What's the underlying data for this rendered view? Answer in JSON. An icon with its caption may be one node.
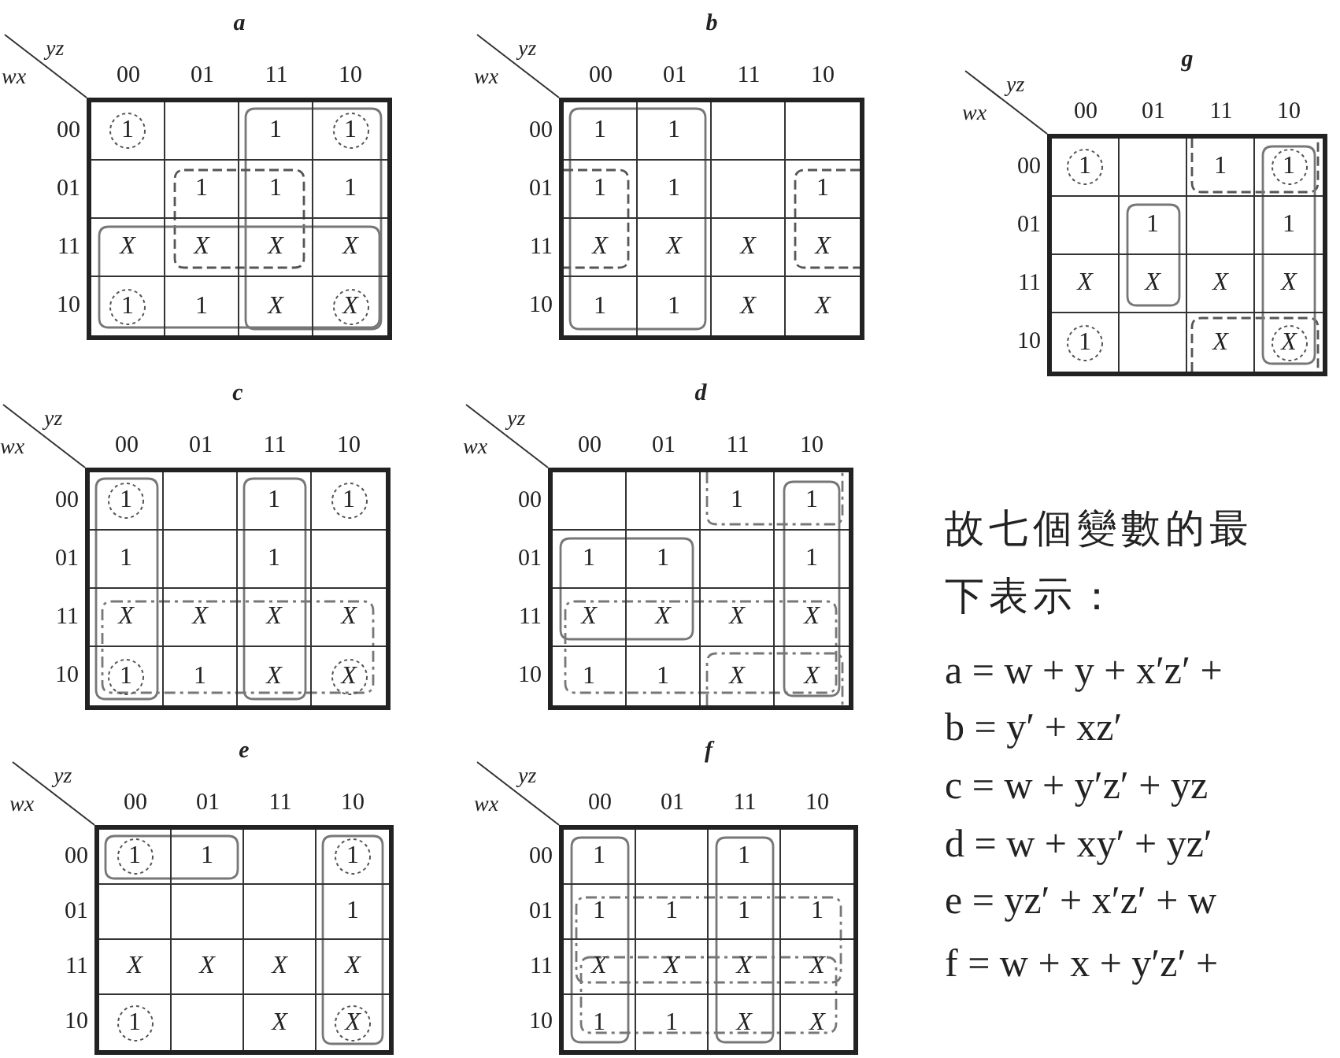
{
  "diagram": {
    "nodes": [
      {
        "text": [
          "a",
          "yz",
          "wx",
          "00",
          "01",
          "11",
          "10",
          "00",
          "01",
          "11",
          "10"
        ]
      },
      {
        "text": [
          "1"
        ],
        "in": 0
      },
      {
        "text": [],
        "shape": "box",
        "in": 0
      },
      {
        "text": [
          "1"
        ],
        "in": 0
      },
      {
        "text": [
          "1"
        ],
        "in": 0
      },
      {
        "text": [],
        "shape": "box",
        "in": 0
      },
      {
        "text": [
          "1"
        ],
        "in": 0
      },
      {
        "text": [
          "1"
        ],
        "in": 0
      },
      {
        "text": [
          "1"
        ],
        "in": 0
      },
      {
        "text": [
          "X"
        ],
        "in": 0
      },
      {
        "text": [
          "X"
        ],
        "in": 0
      },
      {
        "text": [
          "X"
        ],
        "in": 0
      },
      {
        "text": [
          "X"
        ],
        "in": 0
      },
      {
        "text": [
          "1"
        ],
        "in": 0
      },
      {
        "text": [
          "1"
        ],
        "in": 0
      },
      {
        "text": [
          "X"
        ],
        "in": 0
      },
      {
        "text": [
          "X"
        ],
        "in": 0
      },
      {
        "text": [
          "b",
          "yz",
          "wx",
          "00",
          "01",
          "11",
          "10",
          "00",
          "01",
          "11",
          "10"
        ]
      },
      {
        "text": [
          "1"
        ],
        "in": 17
      },
      {
        "text": [
          "1"
        ],
        "in": 17
      },
      {
        "text": [],
        "shape": "box",
        "in": 17
      },
      {
        "text": [],
        "shape": "box",
        "in": 17
      },
      {
        "text": [
          "1"
        ],
        "in": 17
      },
      {
        "text": [
          "1"
        ],
        "in": 17
      },
      {
        "text": [],
        "shape": "box",
        "in": 17
      },
      {
        "text": [
          "1"
        ],
        "in": 17
      },
      {
        "text": [
          "X"
        ],
        "in": 17
      },
      {
        "text": [
          "X"
        ],
        "in": 17
      },
      {
        "text": [
          "X"
        ],
        "in": 17
      },
      {
        "text": [
          "X"
        ],
        "in": 17
      },
      {
        "text": [
          "1"
        ],
        "in": 17
      },
      {
        "text": [
          "1"
        ],
        "in": 17
      },
      {
        "text": [
          "X"
        ],
        "in": 17
      },
      {
        "text": [
          "X"
        ],
        "in": 17
      },
      {
        "text": [
          "g",
          "yz",
          "wx",
          "00",
          "01",
          "11",
          "10",
          "00",
          "01",
          "11",
          "10"
        ]
      },
      {
        "text": [
          "1"
        ],
        "in": 34
      },
      {
        "text": [],
        "shape": "box",
        "in": 34
      },
      {
        "text": [
          "1"
        ],
        "in": 34
      },
      {
        "text": [
          "1"
        ],
        "in": 34
      },
      {
        "text": [],
        "shape": "box",
        "in": 34
      },
      {
        "text": [
          "1"
        ],
        "in": 34
      },
      {
        "text": [],
        "shape": "box",
        "in": 34
      },
      {
        "text": [
          "1"
        ],
        "in": 34
      },
      {
        "text": [
          "X"
        ],
        "in": 34
      },
      {
        "text": [
          "X"
        ],
        "in": 34
      },
      {
        "text": [
          "X"
        ],
        "in": 34
      },
      {
        "text": [
          "X"
        ],
        "in": 34
      },
      {
        "text": [
          "1"
        ],
        "in": 34
      },
      {
        "text": [],
        "shape": "box",
        "in": 34
      },
      {
        "text": [
          "X"
        ],
        "in": 34
      },
      {
        "text": [
          "X"
        ],
        "in": 34
      },
      {
        "text": [
          "c",
          "yz",
          "wx",
          "00",
          "01",
          "11",
          "10",
          "00",
          "01",
          "11",
          "10"
        ]
      },
      {
        "text": [
          "1"
        ],
        "in": 51
      },
      {
        "text": [],
        "shape": "box",
        "in": 51
      },
      {
        "text": [
          "1"
        ],
        "in": 51
      },
      {
        "text": [
          "1"
        ],
        "in": 51
      },
      {
        "text": [
          "1"
        ],
        "in": 51
      },
      {
        "text": [],
        "shape": "box",
        "in": 51
      },
      {
        "text": [
          "1"
        ],
        "in": 51
      },
      {
        "text": [],
        "shape": "box",
        "in": 51
      },
      {
        "text": [
          "X"
        ],
        "in": 51
      },
      {
        "text": [
          "X"
        ],
        "in": 51
      },
      {
        "text": [
          "X"
        ],
        "in": 51
      },
      {
        "text": [
          "X"
        ],
        "in": 51
      },
      {
        "text": [
          "1"
        ],
        "in": 51
      },
      {
        "text": [
          "1"
        ],
        "in": 51
      },
      {
        "text": [
          "X"
        ],
        "in": 51
      },
      {
        "text": [
          "X"
        ],
        "in": 51
      },
      {
        "text": [
          "d",
          "yz",
          "wx",
          "00",
          "01",
          "11",
          "10",
          "00",
          "01",
          "11",
          "10"
        ]
      },
      {
        "text": [],
        "shape": "box",
        "in": 68
      },
      {
        "text": [],
        "shape": "box",
        "in": 68
      },
      {
        "text": [
          "1"
        ],
        "in": 68
      },
      {
        "text": [
          "1"
        ],
        "in": 68
      },
      {
        "text": [
          "1"
        ],
        "in": 68
      },
      {
        "text": [
          "1"
        ],
        "in": 68
      },
      {
        "text": [],
        "shape": "box",
        "in": 68
      },
      {
        "text": [
          "1"
        ],
        "in": 68
      },
      {
        "text": [
          "X"
        ],
        "in": 68
      },
      {
        "text": [
          "X"
        ],
        "in": 68
      },
      {
        "text": [
          "X"
        ],
        "in": 68
      },
      {
        "text": [
          "X"
        ],
        "in": 68
      },
      {
        "text": [
          "1"
        ],
        "in": 68
      },
      {
        "text": [
          "1"
        ],
        "in": 68
      },
      {
        "text": [
          "X"
        ],
        "in": 68
      },
      {
        "text": [
          "X"
        ],
        "in": 68
      },
      {
        "text": [
          "e",
          "yz",
          "wx",
          "00",
          "01",
          "11",
          "10",
          "00",
          "01",
          "11",
          "10"
        ]
      },
      {
        "text": [
          "1"
        ],
        "in": 85
      },
      {
        "text": [
          "1"
        ],
        "in": 85
      },
      {
        "text": [],
        "shape": "box",
        "in": 85
      },
      {
        "text": [
          "1"
        ],
        "in": 85
      },
      {
        "text": [],
        "shape": "box",
        "in": 85
      },
      {
        "text": [],
        "shape": "box",
        "in": 85
      },
      {
        "text": [],
        "shape": "box",
        "in": 85
      },
      {
        "text": [
          "1"
        ],
        "in": 85
      },
      {
        "text": [
          "X"
        ],
        "in": 85
      },
      {
        "text": [
          "X"
        ],
        "in": 85
      },
      {
        "text": [
          "X"
        ],
        "in": 85
      },
      {
        "text": [
          "X"
        ],
        "in": 85
      },
      {
        "text": [
          "1"
        ],
        "in": 85
      },
      {
        "text": [],
        "shape": "box",
        "in": 85
      },
      {
        "text": [
          "X"
        ],
        "in": 85
      },
      {
        "text": [
          "X"
        ],
        "in": 85
      },
      {
        "text": [
          "f",
          "yz",
          "wx",
          "00",
          "01",
          "11",
          "10",
          "00",
          "01",
          "11",
          "10"
        ]
      },
      {
        "text": [
          "1"
        ],
        "in": 102
      },
      {
        "text": [],
        "shape": "box",
        "in": 102
      },
      {
        "text": [
          "1"
        ],
        "in": 102
      },
      {
        "text": [],
        "shape": "box",
        "in": 102
      },
      {
        "text": [
          "1"
        ],
        "in": 102
      },
      {
        "text": [
          "1"
        ],
        "in": 102
      },
      {
        "text": [
          "1"
        ],
        "in": 102
      },
      {
        "text": [
          "1"
        ],
        "in": 102
      },
      {
        "text": [
          "X"
        ],
        "in": 102
      },
      {
        "text": [
          "X"
        ],
        "in": 102
      },
      {
        "text": [
          "X"
        ],
        "in": 102
      },
      {
        "text": [
          "X"
        ],
        "in": 102
      },
      {
        "text": [
          "1"
        ],
        "in": 102
      },
      {
        "text": [
          "1"
        ],
        "in": 102
      },
      {
        "text": [
          "X"
        ],
        "in": 102
      },
      {
        "text": [
          "X"
        ],
        "in": 102
      }
    ],
    "labels": [
      "故七個變數的最",
      "下表示：",
      "a = w + y + x′z′ +",
      "b = y′ + xz′",
      "c = w + y′z′ + yz",
      "d = w + xy′ + yz′",
      "e = yz′ + x′z′ + w",
      "f = w + x + y′z′ +"
    ]
  }
}
